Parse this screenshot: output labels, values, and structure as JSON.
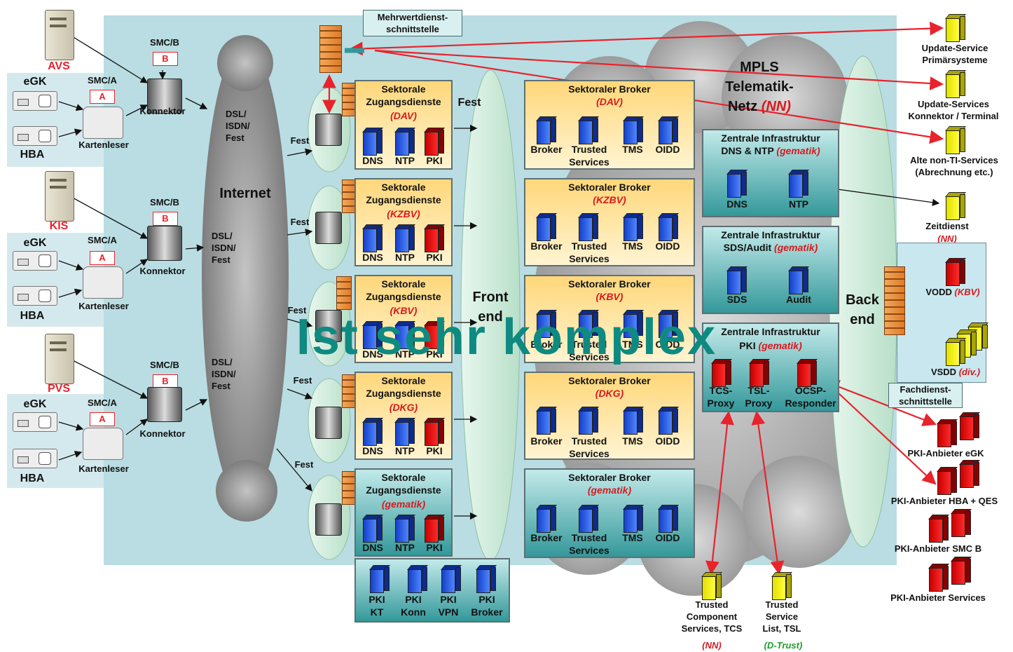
{
  "top": {
    "mehrwert_label": "Mehrwertdienst-\nschnittstelle"
  },
  "practices": [
    {
      "system": "AVS",
      "smcb": "SMC/B",
      "smcb_letter": "B",
      "smca": "SMC/A",
      "smca_letter": "A",
      "egk": "eGK",
      "hba": "HBA",
      "konnektor": "Konnektor",
      "kartenleser": "Kartenleser",
      "line": "DSL/\nISDN/\nFest"
    },
    {
      "system": "KIS",
      "smcb": "SMC/B",
      "smcb_letter": "B",
      "smca": "SMC/A",
      "smca_letter": "A",
      "egk": "eGK",
      "hba": "HBA",
      "konnektor": "Konnektor",
      "kartenleser": "Kartenleser",
      "line": "DSL/\nISDN/\nFest"
    },
    {
      "system": "PVS",
      "smcb": "SMC/B",
      "smcb_letter": "B",
      "smca": "SMC/A",
      "smca_letter": "A",
      "egk": "eGK",
      "hba": "HBA",
      "konnektor": "Konnektor",
      "kartenleser": "Kartenleser",
      "line": "DSL/\nISDN/\nFest"
    }
  ],
  "clouds": {
    "internet": "Internet",
    "frontend": "Front\nend",
    "backend": "Back\nend",
    "mpls_line1": "MPLS",
    "mpls_line2": "Telematik-",
    "mpls_line3": "Netz",
    "mpls_nn": "(NN)"
  },
  "fest_label": "Fest",
  "zugangsdienste": [
    {
      "title": "Sektorale\nZugangsdienste",
      "org": "(DAV)",
      "servers": [
        "DNS",
        "NTP",
        "PKI"
      ]
    },
    {
      "title": "Sektorale\nZugangsdienste",
      "org": "(KZBV)",
      "servers": [
        "DNS",
        "NTP",
        "PKI"
      ]
    },
    {
      "title": "Sektorale\nZugangsdienste",
      "org": "(KBV)",
      "servers": [
        "DNS",
        "NTP",
        "PKI"
      ]
    },
    {
      "title": "Sektorale\nZugangsdienste",
      "org": "(DKG)",
      "servers": [
        "DNS",
        "NTP",
        "PKI"
      ]
    },
    {
      "title": "Sektorale\nZugangsdienste",
      "org": "(gematik)",
      "servers": [
        "DNS",
        "NTP",
        "PKI"
      ]
    }
  ],
  "pki_bottom": [
    "PKI\nKT",
    "PKI\nKonn",
    "PKI\nVPN",
    "PKI\nBroker"
  ],
  "broker": [
    {
      "title": "Sektoraler Broker",
      "org": "(DAV)",
      "servers": [
        "Broker",
        "Trusted\nServices",
        "TMS",
        "OIDD"
      ]
    },
    {
      "title": "Sektoraler Broker",
      "org": "(KZBV)",
      "servers": [
        "Broker",
        "Trusted\nServices",
        "TMS",
        "OIDD"
      ]
    },
    {
      "title": "Sektoraler Broker",
      "org": "(KBV)",
      "servers": [
        "Broker",
        "Trusted\nServices",
        "TMS",
        "OIDD"
      ]
    },
    {
      "title": "Sektoraler Broker",
      "org": "(DKG)",
      "servers": [
        "Broker",
        "Trusted\nServices",
        "TMS",
        "OIDD"
      ]
    },
    {
      "title": "Sektoraler Broker",
      "org": "(gematik)",
      "servers": [
        "Broker",
        "Trusted\nServices",
        "TMS",
        "OIDD"
      ]
    }
  ],
  "zentral": [
    {
      "title": "Zentrale Infrastruktur",
      "sub": "DNS & NTP",
      "org": "(gematik)",
      "servers": [
        "DNS",
        "NTP"
      ]
    },
    {
      "title": "Zentrale Infrastruktur",
      "sub": "SDS/Audit",
      "org": "(gematik)",
      "servers": [
        "SDS",
        "Audit"
      ]
    },
    {
      "title": "Zentrale Infrastruktur",
      "sub": "PKI",
      "org": "(gematik)",
      "servers": [
        "TCS-\nProxy",
        "TSL-\nProxy",
        "OCSP-\nResponder"
      ]
    }
  ],
  "right_services": [
    {
      "label": "Update-Service\nPrimärsysteme"
    },
    {
      "label": "Update-Services\nKonnektor / Terminal"
    },
    {
      "label": "Alte non-TI-Services\n(Abrechnung etc.)"
    },
    {
      "label": "Zeitdienst",
      "org": "(NN)"
    }
  ],
  "fachdienste": {
    "vodd": "VODD",
    "vodd_org": "(KBV)",
    "vsdd": "VSDD",
    "vsdd_org": "(div.)",
    "schnittstelle": "Fachdienst-\nschnittstelle"
  },
  "pki_anbieter": [
    "PKI-Anbieter eGK",
    "PKI-Anbieter HBA + QES",
    "PKI-Anbieter SMC B",
    "PKI-Anbieter Services"
  ],
  "trusted": [
    {
      "label": "Trusted\nComponent\nServices, TCS",
      "org": "(NN)"
    },
    {
      "label": "Trusted\nService\nList, TSL",
      "org": "(D-Trust)"
    }
  ],
  "watermark": "Ist sehr komplex",
  "colors": {
    "panel": "#b9dde2",
    "red_arrow": "#e8232c",
    "teal_arrow": "#2f9a9a",
    "orange_box": "#ffd77a",
    "teal_box": "#34989a"
  }
}
